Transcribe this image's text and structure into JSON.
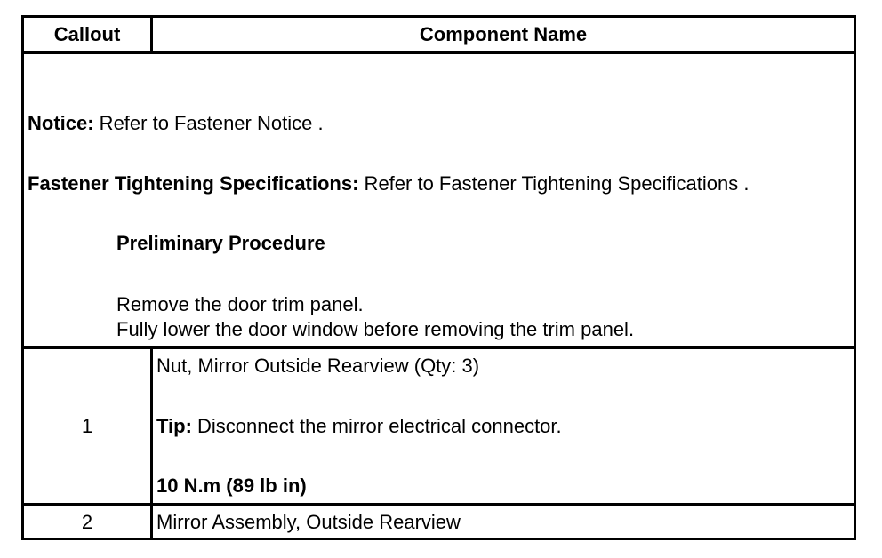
{
  "header": {
    "callout": "Callout",
    "component_name": "Component Name"
  },
  "intro": {
    "notice_label": "Notice:",
    "notice_text": " Refer to Fastener Notice .",
    "spec_label": "Fastener Tightening Specifications:",
    "spec_text": " Refer to Fastener Tightening Specifications .",
    "preliminary_heading": "Preliminary Procedure",
    "steps": [
      "Remove the door trim panel.",
      "Fully lower the door window before removing the trim panel."
    ]
  },
  "rows": [
    {
      "callout": "1",
      "name": "Nut, Mirror Outside Rearview (Qty: 3)",
      "tip_label": "Tip:",
      "tip_text": " Disconnect the mirror electrical connector.",
      "torque": "10 N.m (89 lb in)"
    },
    {
      "callout": "2",
      "name": "Mirror Assembly, Outside Rearview"
    }
  ]
}
